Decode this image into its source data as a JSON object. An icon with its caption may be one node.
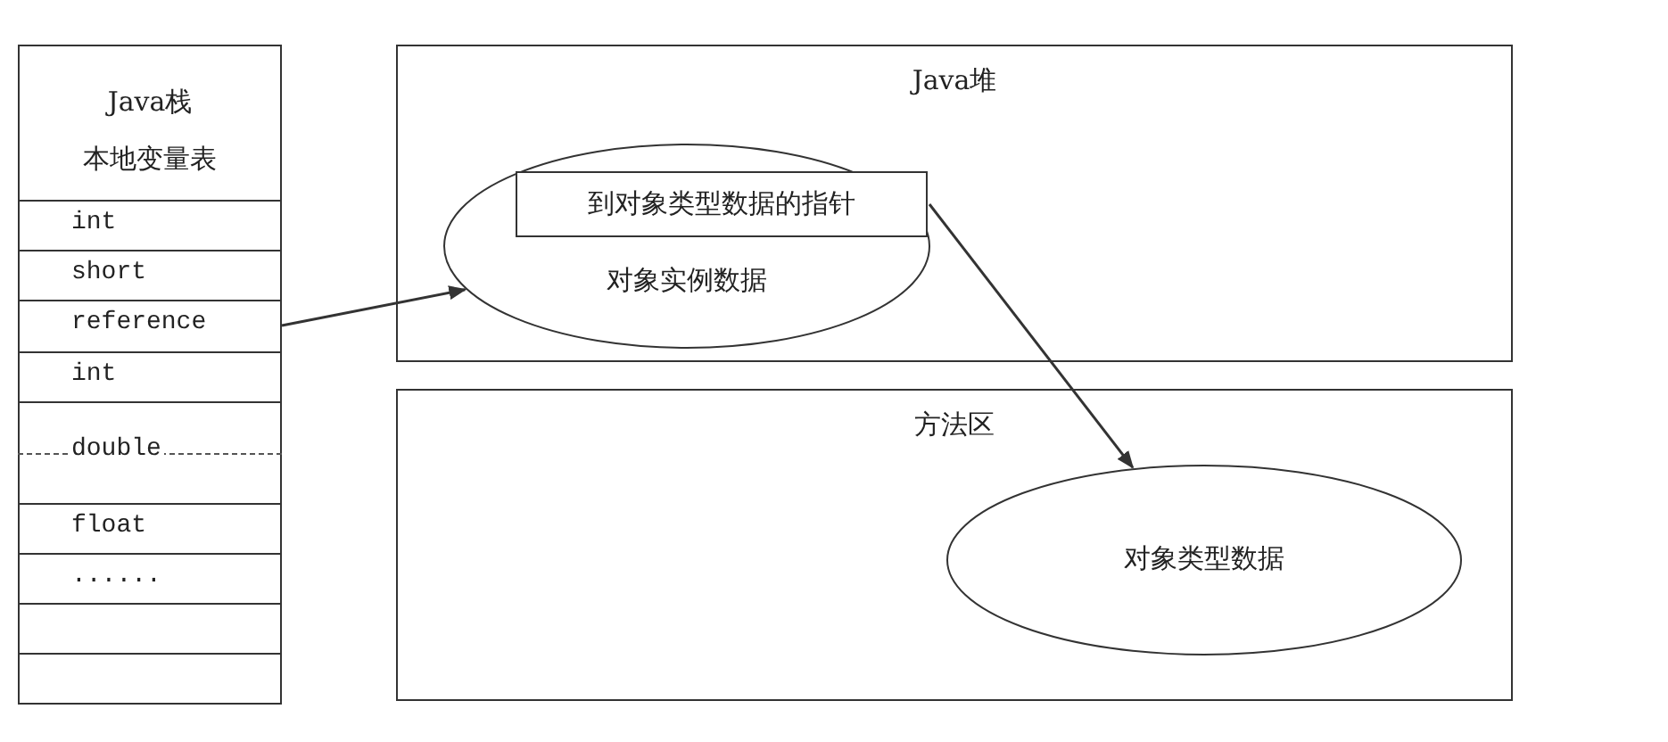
{
  "diagram": {
    "nodes": [
      {
        "text": [
          "Java栈",
          "本地变量表"
        ]
      },
      {
        "text": [
          "int"
        ],
        "in": 0
      },
      {
        "text": [
          "short"
        ],
        "in": 0
      },
      {
        "text": [
          "reference"
        ],
        "in": 0
      },
      {
        "text": [
          "int"
        ],
        "in": 0
      },
      {
        "text": [
          "double"
        ],
        "in": 0
      },
      {
        "text": [
          "float"
        ],
        "in": 0
      },
      {
        "text": [
          "......"
        ],
        "in": 0
      },
      {
        "text": [],
        "shape": "box",
        "in": 0
      },
      {
        "text": [],
        "shape": "box",
        "in": 0
      },
      {
        "text": [
          "Java堆"
        ]
      },
      {
        "text": [
          "对象实例数据"
        ],
        "in": 10
      },
      {
        "text": [
          "到对象类型数据的指针"
        ],
        "in": 11
      },
      {
        "text": [
          "方法区"
        ]
      },
      {
        "text": [
          "对象类型数据"
        ],
        "in": 13
      }
    ],
    "edges": [
      {
        "from": 3,
        "to": 11,
        "arrow": "to"
      },
      {
        "from": 12,
        "to": 14,
        "arrow": "to"
      }
    ]
  }
}
